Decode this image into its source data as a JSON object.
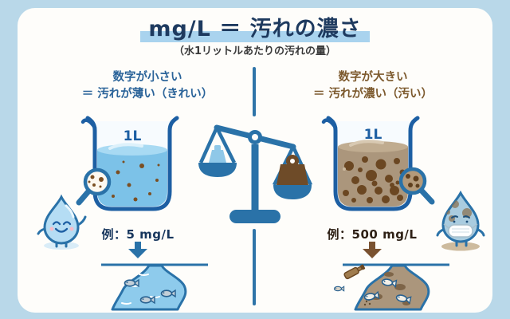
{
  "page": {
    "background": "#b9d8e9",
    "card_background": "#fefdfa"
  },
  "header": {
    "title": "mg/L ＝ 汚れの濃さ",
    "subtitle": "（水1リットルあたりの汚れの量）"
  },
  "clean_side": {
    "heading_line1": "数字が小さい",
    "heading_line2": "＝ 汚れが薄い（きれい）",
    "beaker_label": "1L",
    "example": "例：5 mg/L",
    "particle_density": "low",
    "river": "clean river with swimming fish"
  },
  "dirty_side": {
    "heading_line1": "数字が大きい",
    "heading_line2": "＝ 汚れが濃い（汚い）",
    "beaker_label": "1L",
    "example": "例：500 mg/L",
    "particle_density": "high",
    "river": "polluted river with dead fish and trash"
  },
  "center": {
    "icon": "balance-scale-icon",
    "left_pan": "light small weight (up)",
    "right_pan": "heavy large weight (down)"
  },
  "colors": {
    "title_text": "#1e3a5f",
    "title_highlight": "#a9d3ee",
    "subtitle_text": "#3a3a3a",
    "clean_heading": "#2a6399",
    "dirty_heading": "#7d5a2e",
    "clean_example": "#17365d",
    "dirty_example": "#2e2015",
    "outline_blue": "#2a72a8",
    "clean_water": "#7cc2e8",
    "dirty_water": "#ab967c",
    "particle_brown": "#6b4722",
    "light_weight": "#8fc8e8",
    "heavy_weight": "#6e4b28",
    "clean_arrow": "#2a72a8",
    "dirty_arrow": "#7a5230"
  },
  "icons": {
    "clean_side": [
      "beaker-icon",
      "magnifier-icon",
      "happy-water-drop-icon",
      "down-arrow-icon",
      "clean-river-icon",
      "fish-icon"
    ],
    "dirty_side": [
      "beaker-icon",
      "magnifier-icon",
      "sick-water-drop-icon",
      "down-arrow-icon",
      "polluted-river-icon",
      "dead-fish-icon",
      "trash-bottle-icon"
    ]
  }
}
